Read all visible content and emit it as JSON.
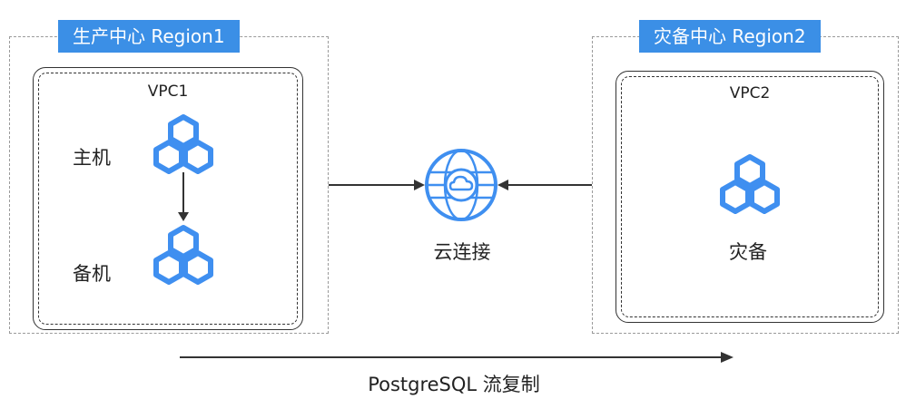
{
  "regions": {
    "production": {
      "label": "生产中心 Region1",
      "vpc": "VPC1"
    },
    "dr": {
      "label": "灾备中心 Region2",
      "vpc": "VPC2"
    }
  },
  "nodes": {
    "primary": "主机",
    "standby": "备机",
    "dr": "灾备",
    "cloud_connect": "云连接"
  },
  "replication_label": "PostgreSQL 流复制",
  "colors": {
    "accent": "#3b8fe6",
    "icon": "#3f8ff0",
    "line": "#333333",
    "dash": "#9a9a9a"
  },
  "icons": [
    "cluster-icon",
    "cloud-connect-icon"
  ]
}
